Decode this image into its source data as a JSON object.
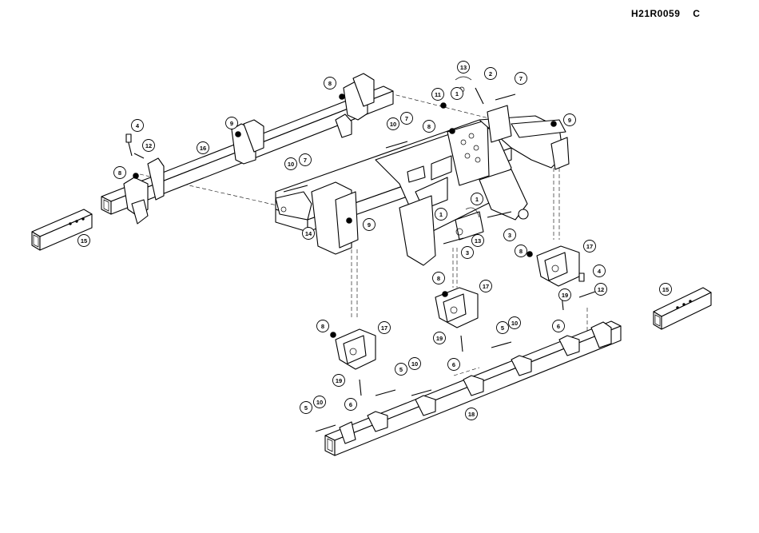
{
  "drawing_ref": "H21R0059",
  "revision": "C",
  "callouts": [
    {
      "label": "13"
    },
    {
      "label": "2"
    },
    {
      "label": "7"
    },
    {
      "label": "1"
    },
    {
      "label": "11"
    },
    {
      "label": "8"
    },
    {
      "label": "9"
    },
    {
      "label": "10"
    },
    {
      "label": "7"
    },
    {
      "label": "9"
    },
    {
      "label": "8"
    },
    {
      "label": "4"
    },
    {
      "label": "12"
    },
    {
      "label": "16"
    },
    {
      "label": "10"
    },
    {
      "label": "7"
    },
    {
      "label": "8"
    },
    {
      "label": "14"
    },
    {
      "label": "9"
    },
    {
      "label": "15"
    },
    {
      "label": "1"
    },
    {
      "label": "1"
    },
    {
      "label": "3"
    },
    {
      "label": "13"
    },
    {
      "label": "3"
    },
    {
      "label": "8"
    },
    {
      "label": "17"
    },
    {
      "label": "4"
    },
    {
      "label": "12"
    },
    {
      "label": "19"
    },
    {
      "label": "6"
    },
    {
      "label": "8"
    },
    {
      "label": "17"
    },
    {
      "label": "19"
    },
    {
      "label": "6"
    },
    {
      "label": "5"
    },
    {
      "label": "10"
    },
    {
      "label": "8"
    },
    {
      "label": "17"
    },
    {
      "label": "19"
    },
    {
      "label": "5"
    },
    {
      "label": "10"
    },
    {
      "label": "6"
    },
    {
      "label": "5"
    },
    {
      "label": "10"
    },
    {
      "label": "18"
    },
    {
      "label": "15"
    }
  ]
}
